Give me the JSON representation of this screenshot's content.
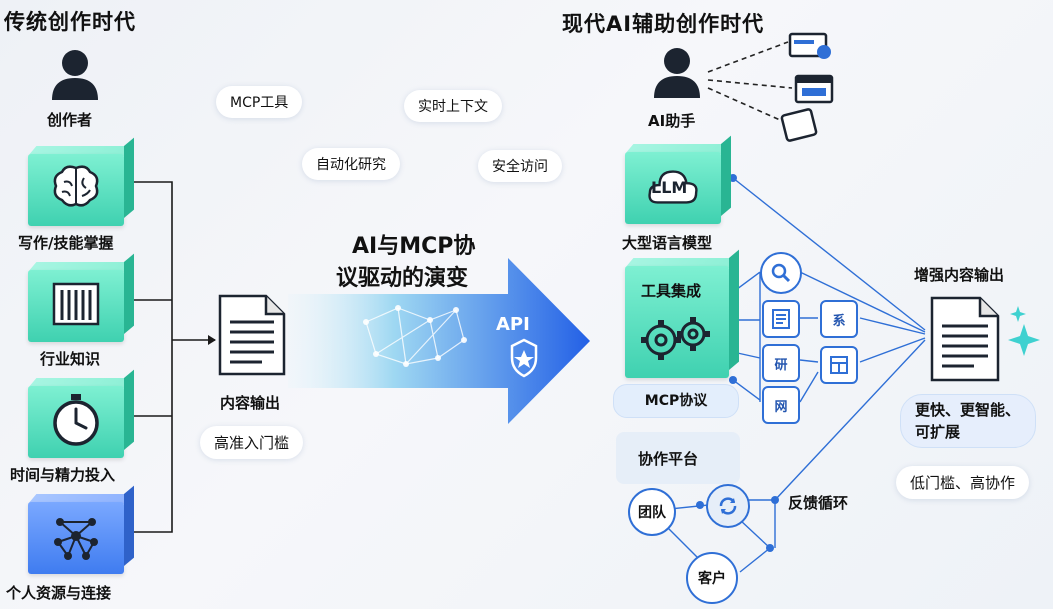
{
  "left": {
    "title": "传统创作时代",
    "creator": "创作者",
    "items": [
      {
        "label": "写作/技能掌握",
        "icon": "brain-icon"
      },
      {
        "label": "行业知识",
        "icon": "library-icon"
      },
      {
        "label": "时间与精力投入",
        "icon": "stopwatch-icon"
      },
      {
        "label": "个人资源与连接",
        "icon": "network-icon"
      }
    ],
    "output": "内容输出",
    "barrier": "高准入门槛"
  },
  "center": {
    "tags": [
      "MCP工具",
      "实时上下文",
      "自动化研究",
      "安全访问"
    ],
    "arrow_title_line1": "AI与MCP协",
    "arrow_title_line2": "议驱动的演变",
    "api": "API"
  },
  "right": {
    "title": "现代AI辅助创作时代",
    "assistant": "AI助手",
    "llm": "LLM",
    "llm_label": "大型语言模型",
    "tools": "工具集成",
    "mcp": "MCP协议",
    "collab": "协作平台",
    "tool_tiles": [
      "研",
      "网",
      "系"
    ],
    "team": "团队",
    "customer": "客户",
    "feedback": "反馈循环",
    "enhanced": "增强内容输出",
    "benefits": "更快、更智能、可扩展",
    "low_barrier": "低门槛、高协作"
  },
  "colors": {
    "accent": "#2f6fd6",
    "teal": "#3fd1b0",
    "arrow": "#2d6cf0"
  }
}
